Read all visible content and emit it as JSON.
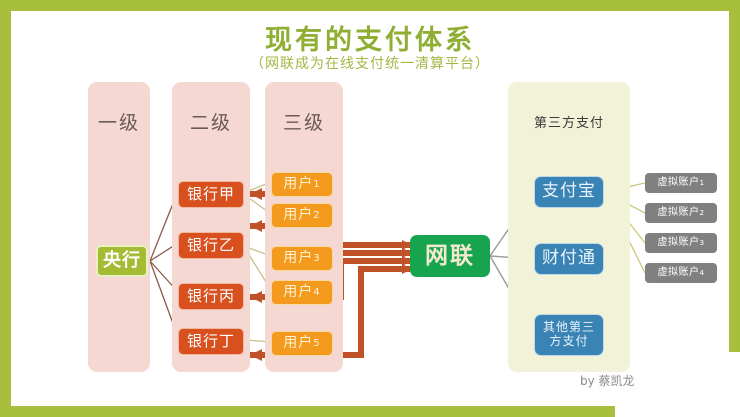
{
  "frame": {
    "border_color": "#a8bf3e",
    "canvas_color": "#ffffff"
  },
  "header": {
    "title": "现有的支付体系",
    "subtitle": "（网联成为在线支付统一清算平台）",
    "title_color": "#8fae33",
    "subtitle_color": "#a2b845"
  },
  "tiers": [
    {
      "label": "一级",
      "name": "tier-1"
    },
    {
      "label": "二级",
      "name": "tier-2"
    },
    {
      "label": "三级",
      "name": "tier-3"
    }
  ],
  "central_bank": {
    "label": "央行",
    "color": "#a4bc33"
  },
  "banks": [
    {
      "label": "银行甲"
    },
    {
      "label": "银行乙"
    },
    {
      "label": "银行丙"
    },
    {
      "label": "银行丁"
    }
  ],
  "bank_color": "#d9501f",
  "users": [
    {
      "prefix": "用户",
      "index": "1"
    },
    {
      "prefix": "用户",
      "index": "2"
    },
    {
      "prefix": "用户",
      "index": "3"
    },
    {
      "prefix": "用户",
      "index": "4"
    },
    {
      "prefix": "用户",
      "index": "5"
    }
  ],
  "user_color": "#f49a1e",
  "hub": {
    "label": "网联",
    "color": "#16a44e"
  },
  "third_party": {
    "panel_label": "第三方支付",
    "panel_color": "#f2f2d9",
    "box_color": "#3a83b5",
    "items": [
      {
        "label": "支付宝"
      },
      {
        "label": "财付通"
      },
      {
        "label": "其他第三方支付"
      }
    ]
  },
  "virtual_accounts": [
    {
      "prefix": "虚拟账户",
      "index": "1"
    },
    {
      "prefix": "虚拟账户",
      "index": "2"
    },
    {
      "prefix": "虚拟账户",
      "index": "3"
    },
    {
      "prefix": "虚拟账户",
      "index": "4"
    }
  ],
  "virtual_account_color": "#808080",
  "byline": {
    "text": "by 蔡凯龙"
  },
  "link_colors": {
    "pboc_to_bank": "#8b5a4a",
    "user_to_bank": "#c8c089",
    "hub_to_bank": "#c0522a",
    "hub_to_thirdparty": "#9a9a9a",
    "alipay_to_vacct": "#c3cc7a"
  }
}
